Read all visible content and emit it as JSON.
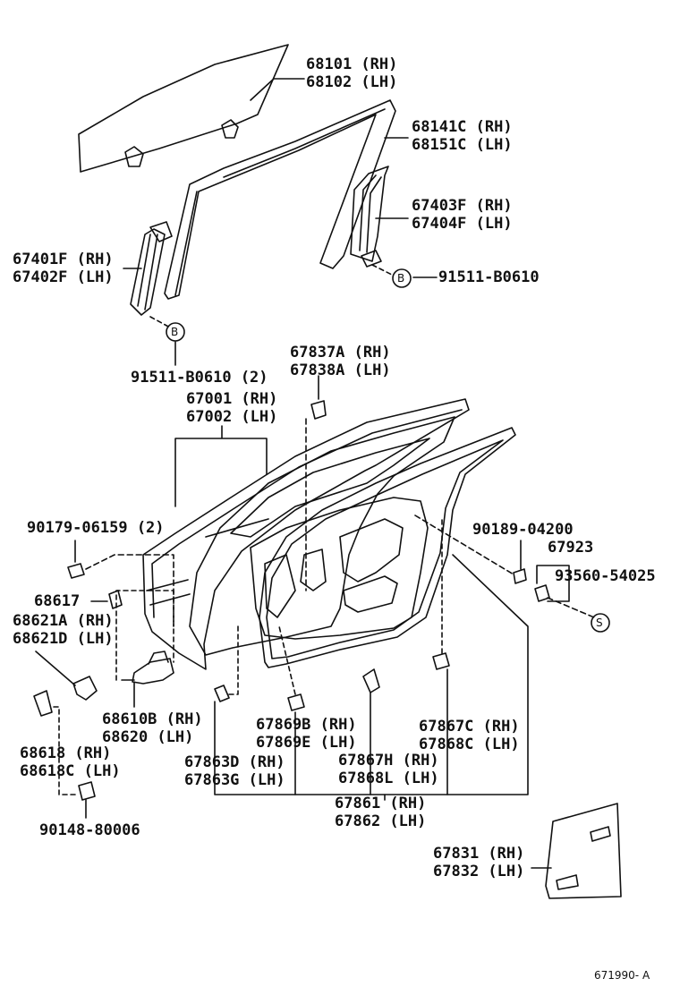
{
  "labels": {
    "glass": [
      "68101 (RH)",
      "68102 (LH)"
    ],
    "run_channel": [
      "68141C (RH)",
      "68151C (LH)"
    ],
    "rear_channel": [
      "67403F (RH)",
      "67404F (LH)"
    ],
    "front_channel": [
      "67401F (RH)",
      "67402F (LH)"
    ],
    "bolt_b_right": "91511-B0610",
    "bolt_b_left": "91511-B0610 (2)",
    "cap": [
      "67837A (RH)",
      "67838A (LH)"
    ],
    "door_panel": [
      "67001 (RH)",
      "67002 (LH)"
    ],
    "bolt_90179": "90179-06159 (2)",
    "screw_90189": "90189-04200",
    "part_67923": "67923",
    "clip_93560": "93560-54025",
    "stopper_68617": "68617",
    "bracket_68621": [
      "68621A (RH)",
      "68621D (LH)"
    ],
    "hinge_68610": [
      "68610B (RH)",
      "68620 (LH)"
    ],
    "hinge_68618": [
      "68618 (RH)",
      "68618C (LH)"
    ],
    "bolt_90148": "90148-80006",
    "clip_67869": [
      "67869B (RH)",
      "67869E (LH)"
    ],
    "clip_67867c": [
      "67867C (RH)",
      "67868C (LH)"
    ],
    "weatherstrip_67863": [
      "67863D (RH)",
      "67863G (LH)"
    ],
    "clip_67867h": [
      "67867H (RH)",
      "67868L (LH)"
    ],
    "weatherstrip_67861": [
      "67861 (RH)",
      "67862 (LH)"
    ],
    "cover_67831": [
      "67831 (RH)",
      "67832 (LH)"
    ],
    "callout_b": "B",
    "callout_s": "S",
    "figure_id": "671990- A"
  }
}
